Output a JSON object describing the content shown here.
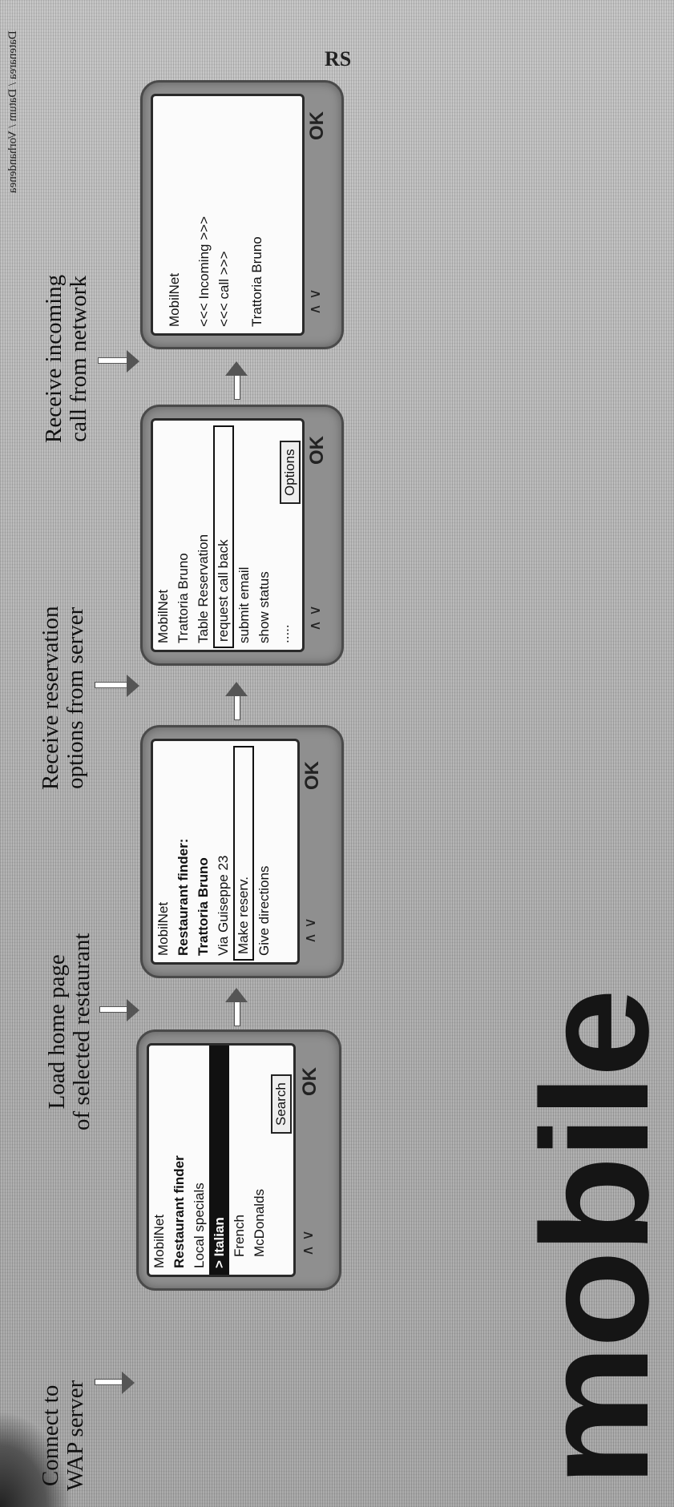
{
  "captions": {
    "step1": [
      "Connect to",
      "WAP server"
    ],
    "step2": [
      "Load home page",
      "of selected restaurant"
    ],
    "step3": [
      "Receive reservation",
      "options from server"
    ],
    "step4": [
      "Receive incoming",
      "call from network"
    ]
  },
  "screen1": {
    "lines": [
      "MobilNet",
      "Restaurant finder",
      "Local specials",
      "> Italian",
      "French",
      "McDonalds"
    ],
    "softkey": "Search",
    "ok": "OK"
  },
  "screen2": {
    "lines": [
      "MobilNet",
      "Restaurant finder:",
      "Trattoria Bruno",
      "Via Guiseppe 23",
      "Make reserv.",
      "Give directions"
    ],
    "ok": "OK"
  },
  "screen3": {
    "lines": [
      "MobilNet",
      "Trattoria Bruno",
      "Table Reservation",
      "request call back",
      "submit email",
      "show status",
      "....."
    ],
    "softkey": "Options",
    "ok": "OK"
  },
  "screen4": {
    "lines": [
      "MobilNet",
      "<<< Incoming >>>",
      "<<<  call  >>>",
      "Trattoria Bruno"
    ],
    "ok": "OK"
  },
  "keys_label": "∧ ∨",
  "logo_text": "mobile",
  "side_note": "Datenarea / Datum / Vorhandenea",
  "edge_text": "RS"
}
